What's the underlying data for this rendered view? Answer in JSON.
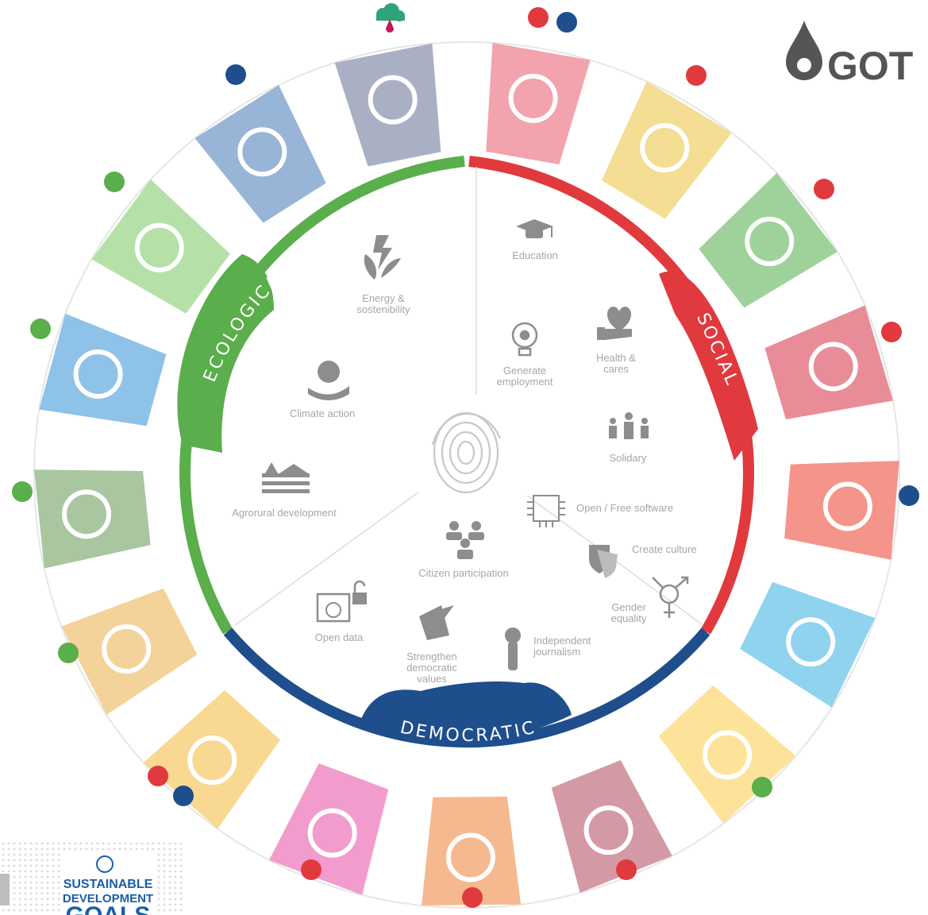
{
  "brand": {
    "logo_text": "GOT",
    "sdg_lines": [
      "SUSTAINABLE",
      "DEVELOPMENT",
      "GOALS"
    ]
  },
  "sections": {
    "ecological": "ECOLOGICAL",
    "social": "SOCIAL",
    "democratic": "DEMOCRATIC"
  },
  "colors": {
    "ecological": "#5aae4b",
    "social": "#e03a3e",
    "democratic": "#1f4e8c",
    "dot_green": "#5aae4b",
    "dot_red": "#e03a3e",
    "dot_blue": "#1f4e8c"
  },
  "topics": {
    "education": "Education",
    "energy_1": "Energy &",
    "energy_2": "sostenibility",
    "climate": "Climate action",
    "agro": "Agrorural development",
    "employment_1": "Generate",
    "employment_2": "employment",
    "health_1": "Health &",
    "health_2": "cares",
    "solidary": "Solidary",
    "software": "Open / Free software",
    "culture": "Create culture",
    "gender_1": "Gender",
    "gender_2": "equality",
    "citizen": "Citizen participation",
    "open_data": "Open data",
    "democratic_1": "Strengthen",
    "democratic_2": "democratic",
    "democratic_3": "values",
    "journalism_1": "Independent",
    "journalism_2": "journalism"
  },
  "goals": [
    {
      "name": "no-poverty",
      "color": "#f2a3ad",
      "icon": "family-icon"
    },
    {
      "name": "zero-hunger",
      "color": "#f4de94",
      "icon": "soup-bowl-icon"
    },
    {
      "name": "good-health",
      "color": "#9fd29a",
      "icon": "heartbeat-icon"
    },
    {
      "name": "quality-education",
      "color": "#e88d98",
      "icon": "book-pencil-icon"
    },
    {
      "name": "gender-equality",
      "color": "#f5948a",
      "icon": "gender-equality-icon"
    },
    {
      "name": "clean-water",
      "color": "#8fd3ef",
      "icon": "water-drop-icon"
    },
    {
      "name": "clean-energy",
      "color": "#fde39a",
      "icon": "sun-power-icon"
    },
    {
      "name": "decent-work",
      "color": "#d39aa6",
      "icon": "growth-chart-icon"
    },
    {
      "name": "industry-innovation",
      "color": "#f6b98f",
      "icon": "cubes-icon"
    },
    {
      "name": "reduced-inequalities",
      "color": "#f19ccd",
      "icon": "equal-arrows-icon"
    },
    {
      "name": "sustainable-cities",
      "color": "#f9d891",
      "icon": "city-buildings-icon"
    },
    {
      "name": "responsible-consumption",
      "color": "#f3d39a",
      "icon": "infinity-icon"
    },
    {
      "name": "climate-action",
      "color": "#a9c6a0",
      "icon": "eye-globe-icon"
    },
    {
      "name": "life-below-water",
      "color": "#8fc2e8",
      "icon": "fish-icon"
    },
    {
      "name": "life-on-land",
      "color": "#b5e1a8",
      "icon": "tree-birds-icon"
    },
    {
      "name": "peace-justice",
      "color": "#98b4d6",
      "icon": "dove-gavel-icon"
    },
    {
      "name": "partnerships",
      "color": "#aab0c4",
      "icon": "flower-rings-icon"
    }
  ]
}
